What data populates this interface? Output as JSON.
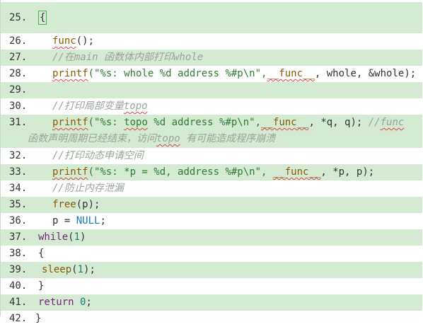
{
  "lines": [
    {
      "num": "25.",
      "text": "{"
    },
    {
      "num": "26.",
      "call": "func",
      "tail": "();"
    },
    {
      "num": "27.",
      "comment": "//在main 函数体内部打印whole"
    },
    {
      "num": "28.",
      "call": "printf",
      "args": "(\"%s: whole %d address %#p\\n\",",
      "macro": "__func__",
      "tail": ", whole, &whole);"
    },
    {
      "num": "29.",
      "text": ""
    },
    {
      "num": "30.",
      "comment_prefix": "//打印局部变量",
      "comment_u": "topo"
    },
    {
      "num": "31.",
      "call": "printf",
      "args_a": "(\"%s: ",
      "args_u": "topo",
      "args_b": " %d address %#p\\n\",",
      "macro": "__func__",
      "tail": ", *q,  q); ",
      "comment_a": "//",
      "comment_u": "func",
      "wrap_a": "函数声明周期已经结束，访问",
      "wrap_u": "topo",
      "wrap_b": " 有可能造成程序崩溃"
    },
    {
      "num": "32.",
      "comment": "//打印动态申请空间"
    },
    {
      "num": "33.",
      "call": "printf",
      "args": "(\"%s: *p = %d, address %#p\\n\", ",
      "macro": "__func__",
      "tail": ", *p, p);"
    },
    {
      "num": "34.",
      "comment": "//防止内存泄漏"
    },
    {
      "num": "35.",
      "call": "free",
      "tail": "(p);"
    },
    {
      "num": "36.",
      "lhs": "p = ",
      "const": "NULL",
      "tail": ";"
    },
    {
      "num": "37.",
      "keyword": "while",
      "open": "(",
      "number": "1",
      "close": ")"
    },
    {
      "num": "38.",
      "text": "{"
    },
    {
      "num": "39.",
      "call": "sleep",
      "open": "(",
      "number": "1",
      "close": ");"
    },
    {
      "num": "40.",
      "text": "}"
    },
    {
      "num": "41.",
      "keyword": "return",
      "number": "0",
      "tail": ";"
    },
    {
      "num": "42.",
      "text": "}"
    }
  ],
  "colors": {
    "band_green": "#d4ead2",
    "keyword": "#7a1f7a",
    "function": "#8a5a00",
    "string": "#2e7d32",
    "comment": "#9aa39a",
    "number": "#1f7a7a",
    "constant": "#1a78b0",
    "spellcheck": "#d64545",
    "cursor": "#43b649"
  }
}
